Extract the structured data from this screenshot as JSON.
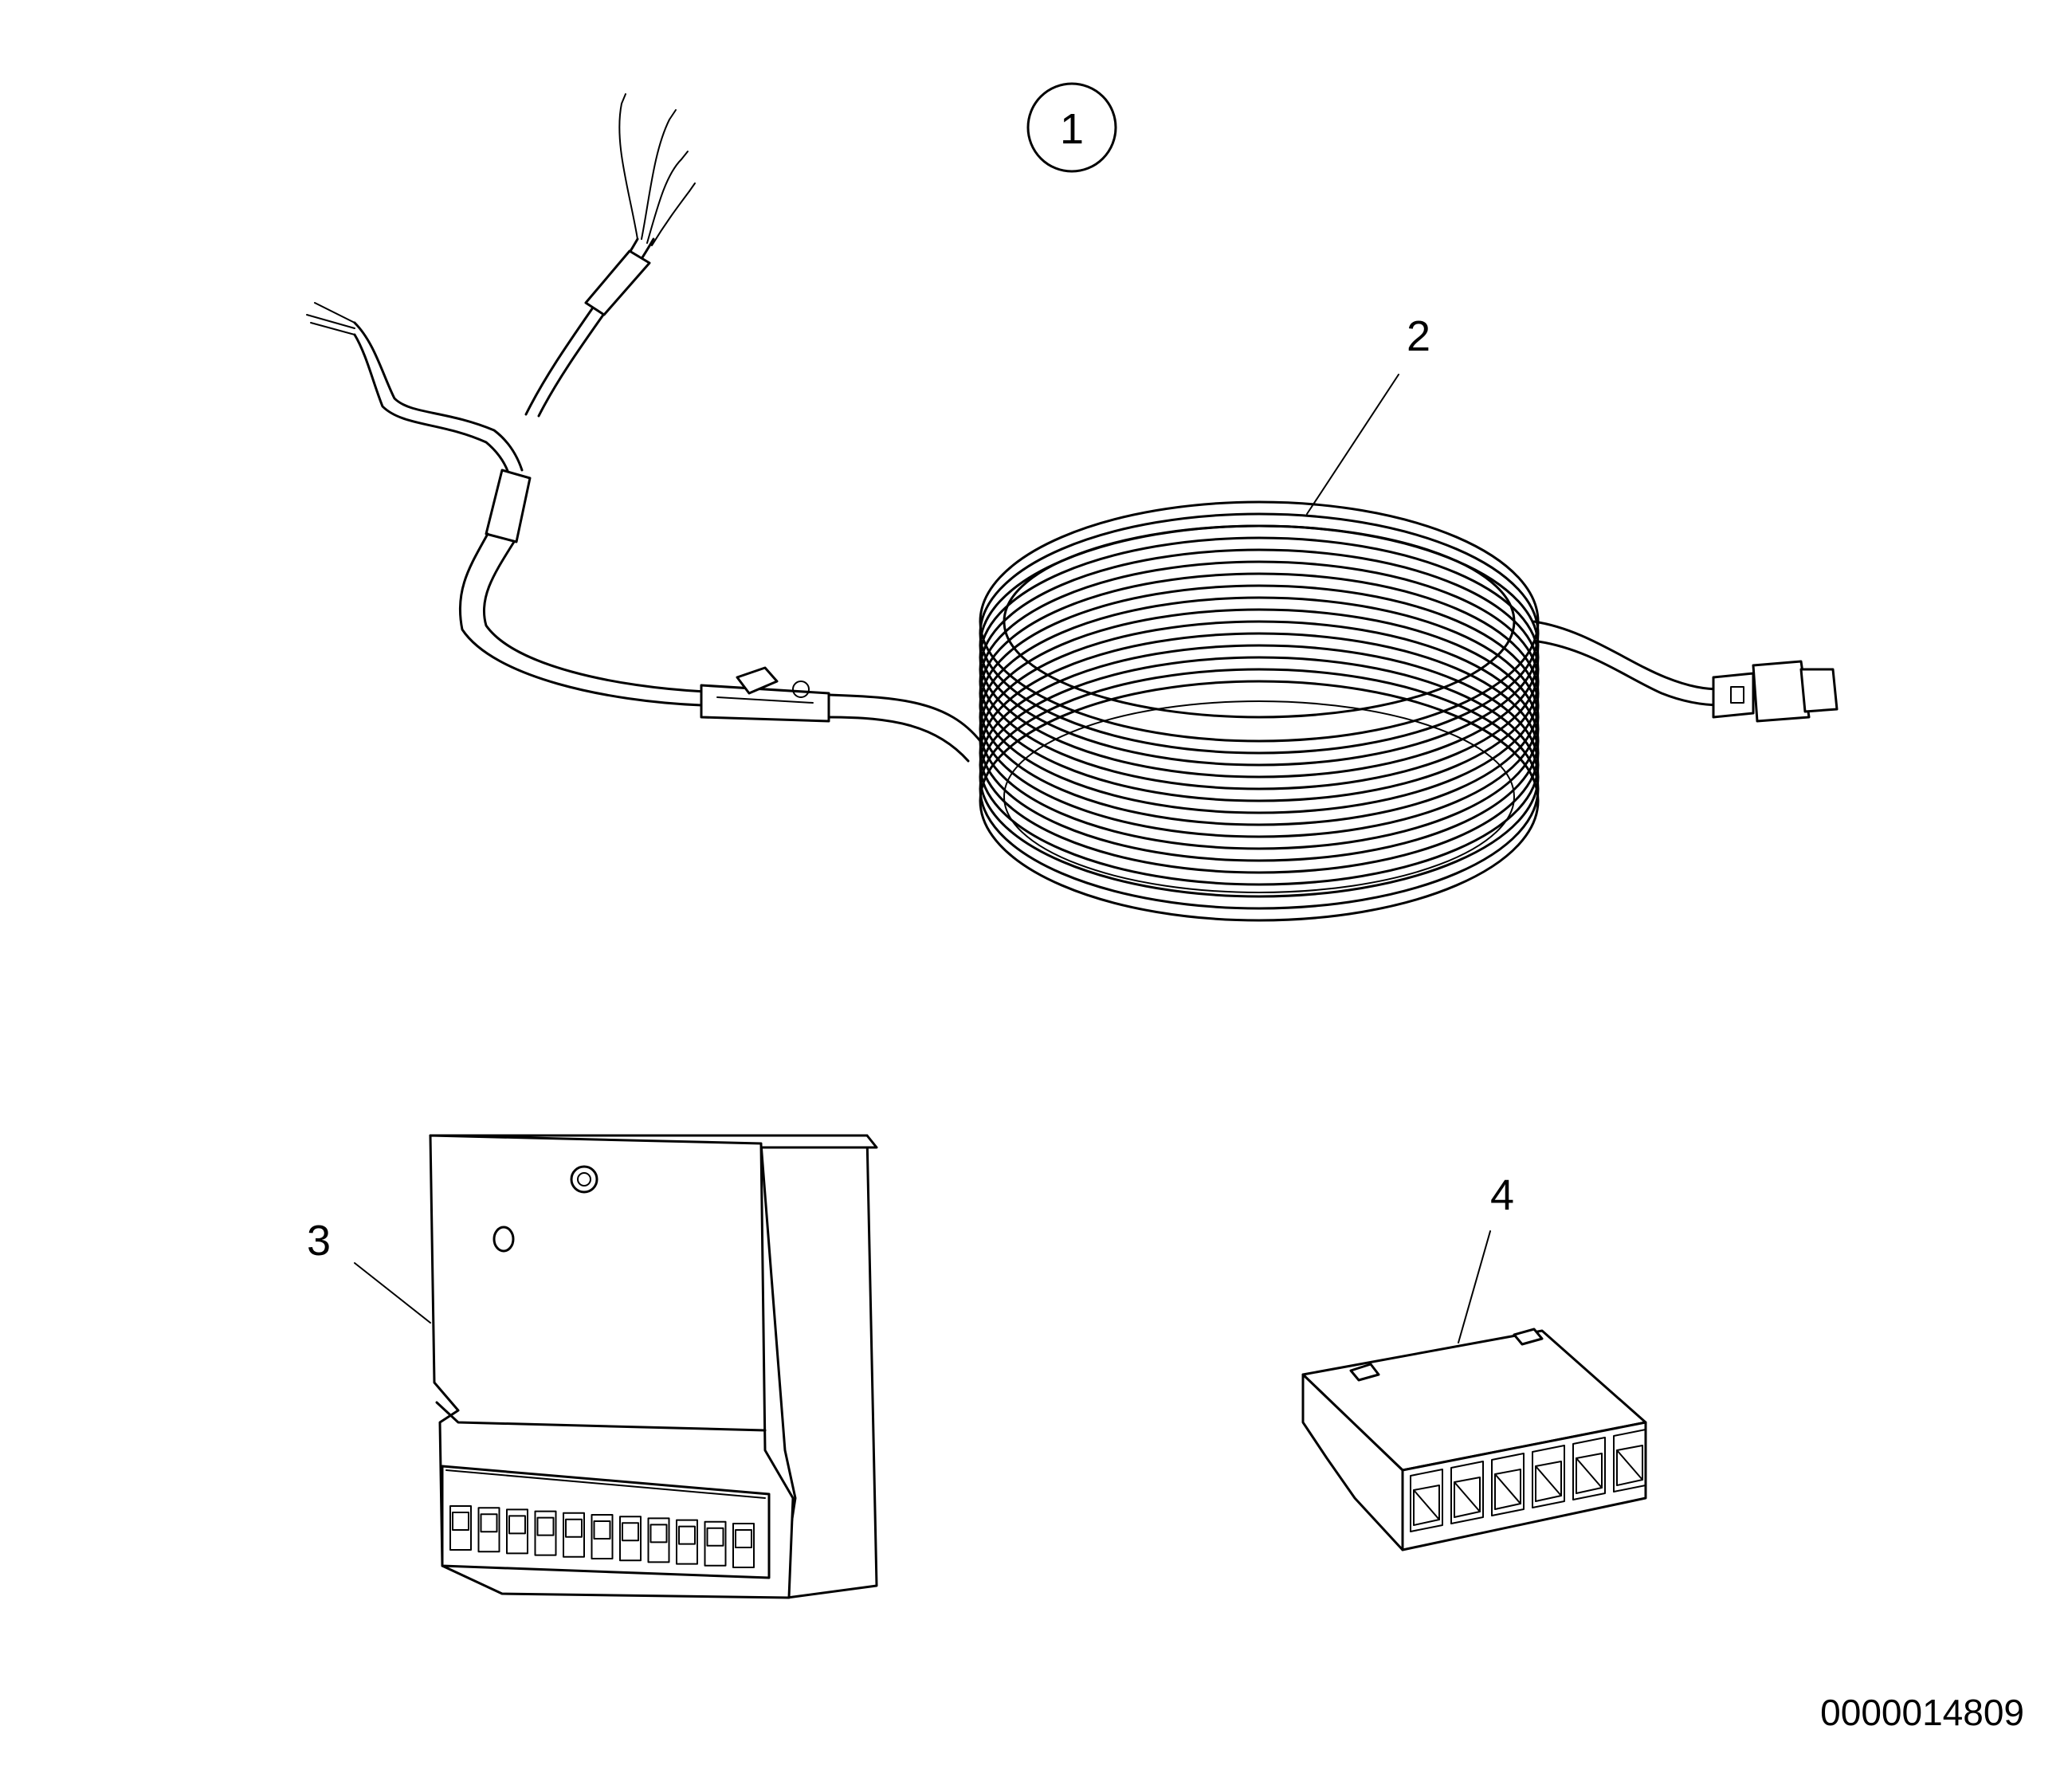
{
  "callouts": {
    "assembly": "1",
    "cable": "2",
    "module": "3",
    "plug": "4"
  },
  "document_number": "0000014809",
  "colors": {
    "line": "#000000",
    "background": "#ffffff"
  }
}
